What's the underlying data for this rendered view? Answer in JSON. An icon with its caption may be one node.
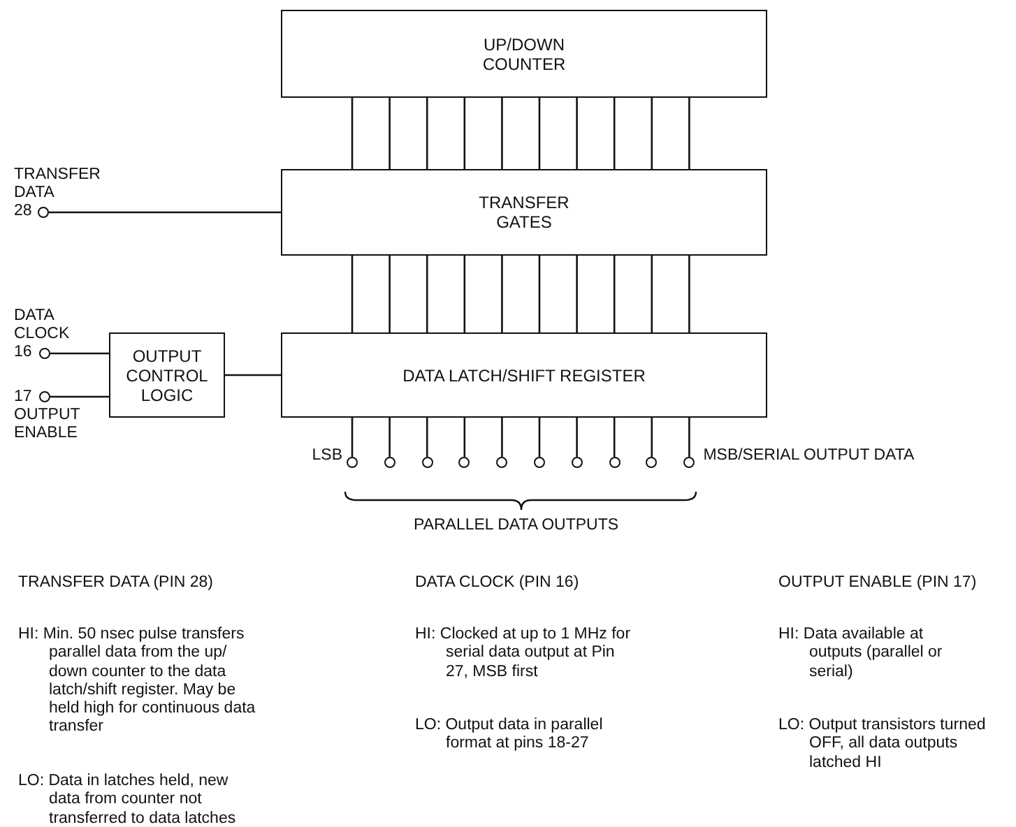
{
  "diagram": {
    "nodes": [
      {
        "text": [
          "UP/DOWN COUNTER"
        ]
      },
      {
        "text": [
          "TRANSFER GATES"
        ]
      },
      {
        "text": [
          "DATA LATCH/SHIFT REGISTER"
        ]
      },
      {
        "text": [
          "OUTPUT CONTROL LOGIC"
        ]
      },
      {
        "text": [],
        "shape": "circle",
        "beside": [
          "TRANSFER DATA 28"
        ]
      },
      {
        "text": [],
        "shape": "circle",
        "beside": [
          "DATA CLOCK 16"
        ]
      },
      {
        "text": [],
        "shape": "circle",
        "beside": [
          "17 OUTPUT ENABLE"
        ]
      },
      {
        "text": [],
        "shape": "circle",
        "beside": [
          "LSB"
        ]
      },
      {
        "text": [],
        "shape": "circle"
      },
      {
        "text": [],
        "shape": "circle"
      },
      {
        "text": [],
        "shape": "circle"
      },
      {
        "text": [],
        "shape": "circle"
      },
      {
        "text": [],
        "shape": "circle"
      },
      {
        "text": [],
        "shape": "circle"
      },
      {
        "text": [],
        "shape": "circle"
      },
      {
        "text": [],
        "shape": "circle"
      },
      {
        "text": [],
        "shape": "circle",
        "beside": [
          "MSB/SERIAL OUTPUT DATA"
        ]
      }
    ],
    "edges": [
      {
        "from": 0,
        "to": 1,
        "arrow": "none"
      },
      {
        "from": 0,
        "to": 1,
        "arrow": "none"
      },
      {
        "from": 0,
        "to": 1,
        "arrow": "none"
      },
      {
        "from": 0,
        "to": 1,
        "arrow": "none"
      },
      {
        "from": 0,
        "to": 1,
        "arrow": "none"
      },
      {
        "from": 0,
        "to": 1,
        "arrow": "none"
      },
      {
        "from": 0,
        "to": 1,
        "arrow": "none"
      },
      {
        "from": 0,
        "to": 1,
        "arrow": "none"
      },
      {
        "from": 0,
        "to": 1,
        "arrow": "none"
      },
      {
        "from": 0,
        "to": 1,
        "arrow": "none"
      },
      {
        "from": 1,
        "to": 2,
        "arrow": "none"
      },
      {
        "from": 1,
        "to": 2,
        "arrow": "none"
      },
      {
        "from": 1,
        "to": 2,
        "arrow": "none"
      },
      {
        "from": 1,
        "to": 2,
        "arrow": "none"
      },
      {
        "from": 1,
        "to": 2,
        "arrow": "none"
      },
      {
        "from": 1,
        "to": 2,
        "arrow": "none"
      },
      {
        "from": 1,
        "to": 2,
        "arrow": "none"
      },
      {
        "from": 1,
        "to": 2,
        "arrow": "none"
      },
      {
        "from": 1,
        "to": 2,
        "arrow": "none"
      },
      {
        "from": 1,
        "to": 2,
        "arrow": "none"
      },
      {
        "from": 4,
        "to": 1,
        "arrow": "none"
      },
      {
        "from": 5,
        "to": 3,
        "arrow": "none"
      },
      {
        "from": 6,
        "to": 3,
        "arrow": "none"
      },
      {
        "from": 3,
        "to": 2,
        "arrow": "none"
      },
      {
        "from": 2,
        "to": 7,
        "arrow": "none"
      },
      {
        "from": 2,
        "to": 8,
        "arrow": "none"
      },
      {
        "from": 2,
        "to": 9,
        "arrow": "none"
      },
      {
        "from": 2,
        "to": 10,
        "arrow": "none"
      },
      {
        "from": 2,
        "to": 11,
        "arrow": "none"
      },
      {
        "from": 2,
        "to": 12,
        "arrow": "none"
      },
      {
        "from": 2,
        "to": 13,
        "arrow": "none"
      },
      {
        "from": 2,
        "to": 14,
        "arrow": "none"
      },
      {
        "from": 2,
        "to": 15,
        "arrow": "none"
      },
      {
        "from": 2,
        "to": 16,
        "arrow": "none"
      }
    ],
    "labels": [
      "PARALLEL DATA OUTPUTS",
      "TRANSFER DATA (PIN 28)",
      "DATA CLOCK (PIN 16)",
      "OUTPUT ENABLE (PIN 17)",
      "HI: Min. 50 nsec pulse transfers parallel data from the up/ down counter to the data latch/shift register. May be held high for continuous data transfer",
      "HI: Clocked at up to 1 MHz for serial data output at Pin 27, MSB first",
      "HI: Data available at outputs (parallel or serial)",
      "LO: Data in latches held, new data from counter not transferred to data latches",
      "LO: Output data in parallel format at pins 18-27",
      "LO: Output transistors turned OFF, all data outputs latched HI"
    ]
  }
}
